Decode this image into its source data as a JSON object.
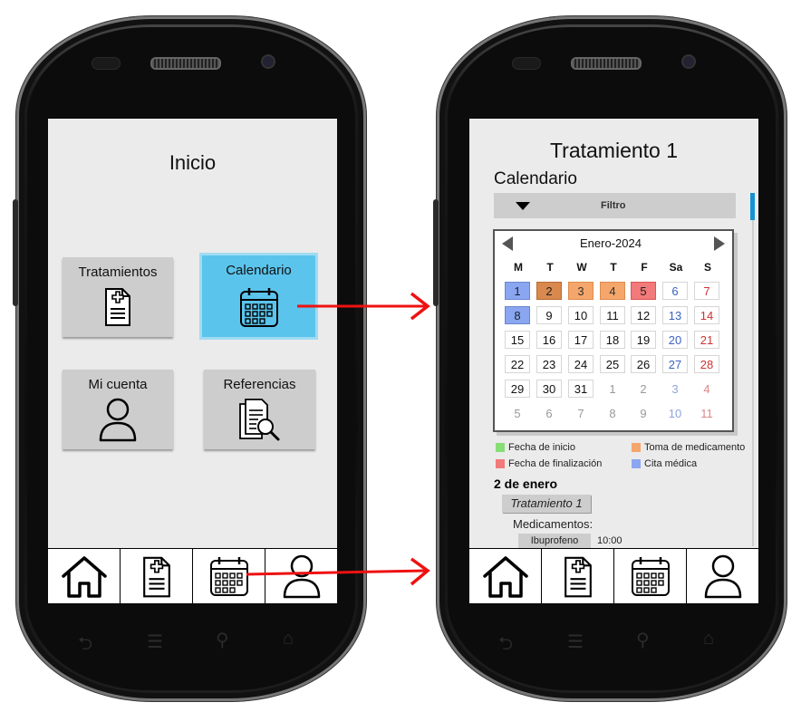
{
  "inicio": {
    "title": "Inicio",
    "tiles": [
      {
        "label": "Tratamientos",
        "icon": "medical-document-icon"
      },
      {
        "label": "Calendario",
        "icon": "calendar-icon"
      },
      {
        "label": "Mi cuenta",
        "icon": "user-icon"
      },
      {
        "label": "Referencias",
        "icon": "search-document-icon"
      }
    ]
  },
  "navbar": [
    "home-icon",
    "medical-document-icon",
    "calendar-icon",
    "user-icon"
  ],
  "tratamiento": {
    "title": "Tratamiento 1",
    "section": "Calendario",
    "filter_label": "Filtro",
    "month_label": "Enero-2024",
    "weekdays": [
      "M",
      "T",
      "W",
      "T",
      "F",
      "Sa",
      "S"
    ],
    "weeks": [
      [
        "1",
        "2",
        "3",
        "4",
        "5",
        "6",
        "7"
      ],
      [
        "8",
        "9",
        "10",
        "11",
        "12",
        "13",
        "14"
      ],
      [
        "15",
        "16",
        "17",
        "18",
        "19",
        "20",
        "21"
      ],
      [
        "22",
        "23",
        "24",
        "25",
        "26",
        "27",
        "28"
      ],
      [
        "29",
        "30",
        "31",
        "1",
        "2",
        "3",
        "4"
      ],
      [
        "5",
        "6",
        "7",
        "8",
        "9",
        "10",
        "11"
      ]
    ],
    "legend": [
      {
        "label": "Fecha de inicio",
        "color": "#88dd77"
      },
      {
        "label": "Toma de medicamento",
        "color": "#f5a66b"
      },
      {
        "label": "Fecha de finalización",
        "color": "#f27a7a"
      },
      {
        "label": "Cita médica",
        "color": "#8ba6f0"
      }
    ],
    "selected_date": "2 de enero",
    "treatment_chip": "Tratamiento 1",
    "medications_label": "Medicamentos:",
    "medication": {
      "name": "Ibuprofeno",
      "time": "10:00"
    }
  },
  "colors": {
    "accent": "#5bc4ec",
    "arrow": "#ee1111",
    "scroll": "#1793d1"
  }
}
